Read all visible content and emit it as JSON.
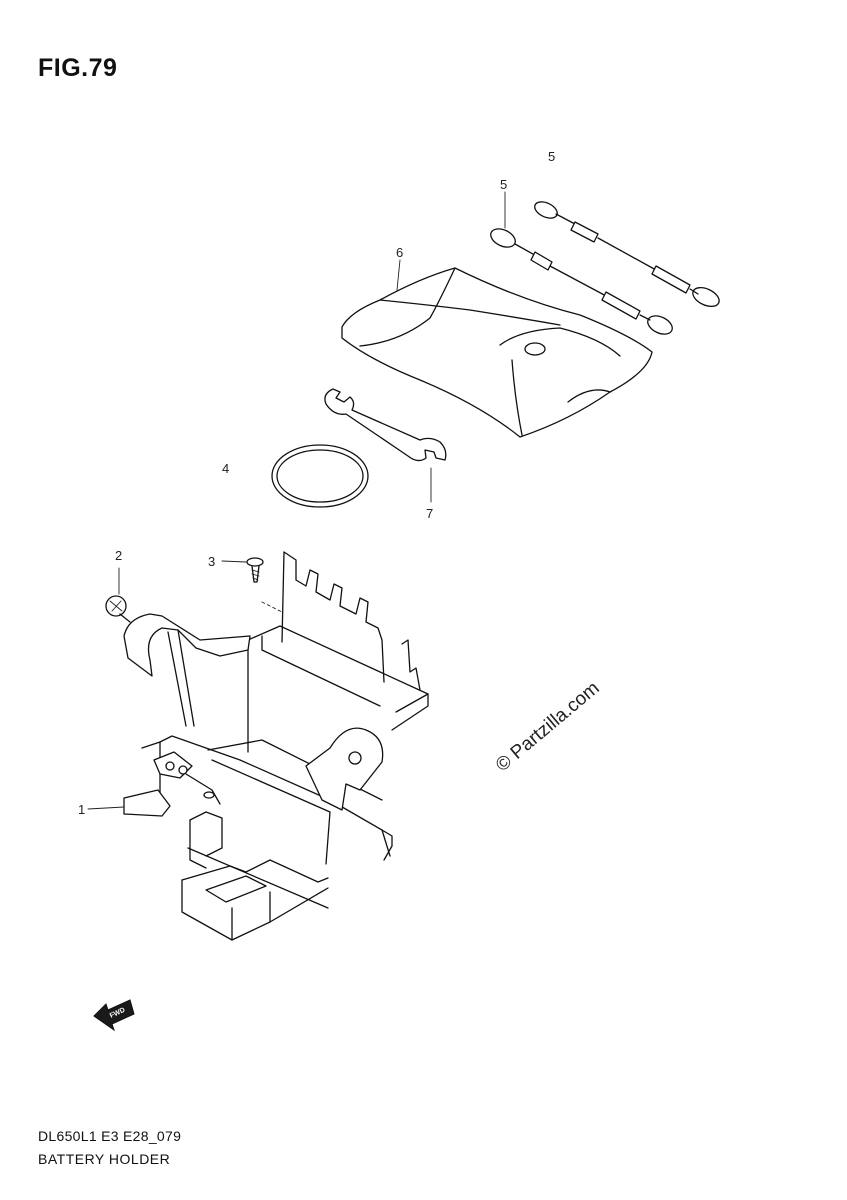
{
  "figure": {
    "title": "FIG.79"
  },
  "callouts": {
    "c1": "1",
    "c2": "2",
    "c3": "3",
    "c4": "4",
    "c5_top": "5",
    "c5": "5",
    "c6": "6",
    "c7": "7"
  },
  "fwd_arrow": {
    "label": "FWD",
    "icon": "forward-arrow-icon"
  },
  "watermark": "© Partzilla.com",
  "footer": {
    "code": "DL650L1 E3 E28_079",
    "title": "BATTERY HOLDER"
  }
}
